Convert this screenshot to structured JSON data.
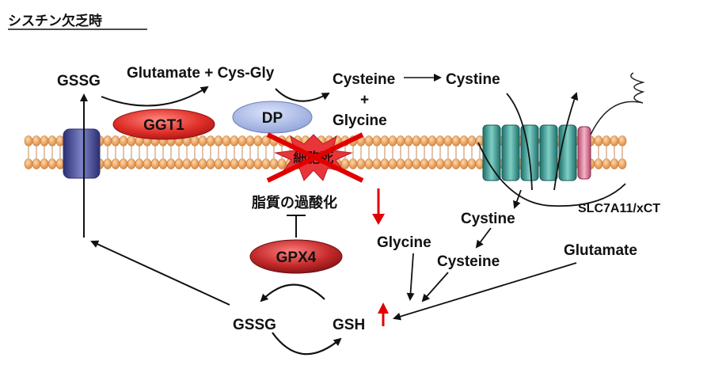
{
  "title": "シスチン欠乏時",
  "labels": {
    "gssg_top": "GSSG",
    "glutamate_cysgly": "Glutamate + Cys-Gly",
    "cysteine_top": "Cysteine",
    "cystine_top": "Cystine",
    "plus": "+",
    "glycine_top": "Glycine",
    "ggt1": "GGT1",
    "dp": "DP",
    "cell_death": "細胞死",
    "lipid_peroxidation": "脂質の過酸化",
    "gpx4": "GPX4",
    "transporter": "SLC7A11/xCT",
    "cystine_mid": "Cystine",
    "glycine_mid": "Glycine",
    "cysteine_mid": "Cysteine",
    "glutamate_right": "Glutamate",
    "gssg_bottom": "GSSG",
    "gsh": "GSH"
  },
  "colors": {
    "membrane_bead": "#f0a55a",
    "transporter": "#4aa8a0",
    "channel": "#4b4f9c",
    "ggt1_oval": "#e0302a",
    "dp_oval": "#a9b8e4",
    "gpx4_oval": "#c83030",
    "burst": "#e8353a",
    "red_arrow": "#e00000",
    "slc_cap": "#e08aa5"
  }
}
